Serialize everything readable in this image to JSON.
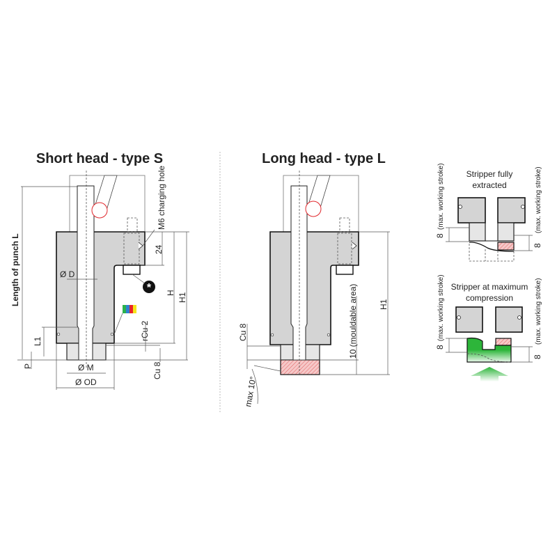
{
  "short_head": {
    "title": "Short head - type S",
    "labels": {
      "length": "Length of punch L",
      "charging_hole": "M6 charging hole",
      "dim_24": "24",
      "diam_d": "Ø D",
      "h": "H",
      "h1": "H1",
      "l1": "L1",
      "p": "P",
      "rcu2": "rCu 2",
      "cu8": "Cu 8",
      "diam_m": "Ø M",
      "diam_od": "Ø OD"
    },
    "color_codes": [
      "#2bb24c",
      "#2f7fd0",
      "#e8262b",
      "#f5e51c"
    ]
  },
  "long_head": {
    "title": "Long head - type L",
    "labels": {
      "cu8": "Cu 8",
      "mouldable": "10  (mouldable area)",
      "h1": "H1",
      "max_angle": "max 10°"
    }
  },
  "stripper_extracted": {
    "title_line1": "Stripper fully",
    "title_line2": "extracted",
    "left_dim": "8",
    "left_note": "(max. working stroke)",
    "right_dim": "8",
    "right_note": "(max. working stroke)"
  },
  "stripper_compressed": {
    "title_line1": "Stripper at maximum",
    "title_line2": "compression",
    "left_dim": "8",
    "left_note": "(max. working stroke)",
    "right_dim": "8",
    "right_note": "(max. working stroke)"
  },
  "colors": {
    "spring_ball": "#e0262b",
    "hatch": "#e88080",
    "green": "#2db53a"
  }
}
